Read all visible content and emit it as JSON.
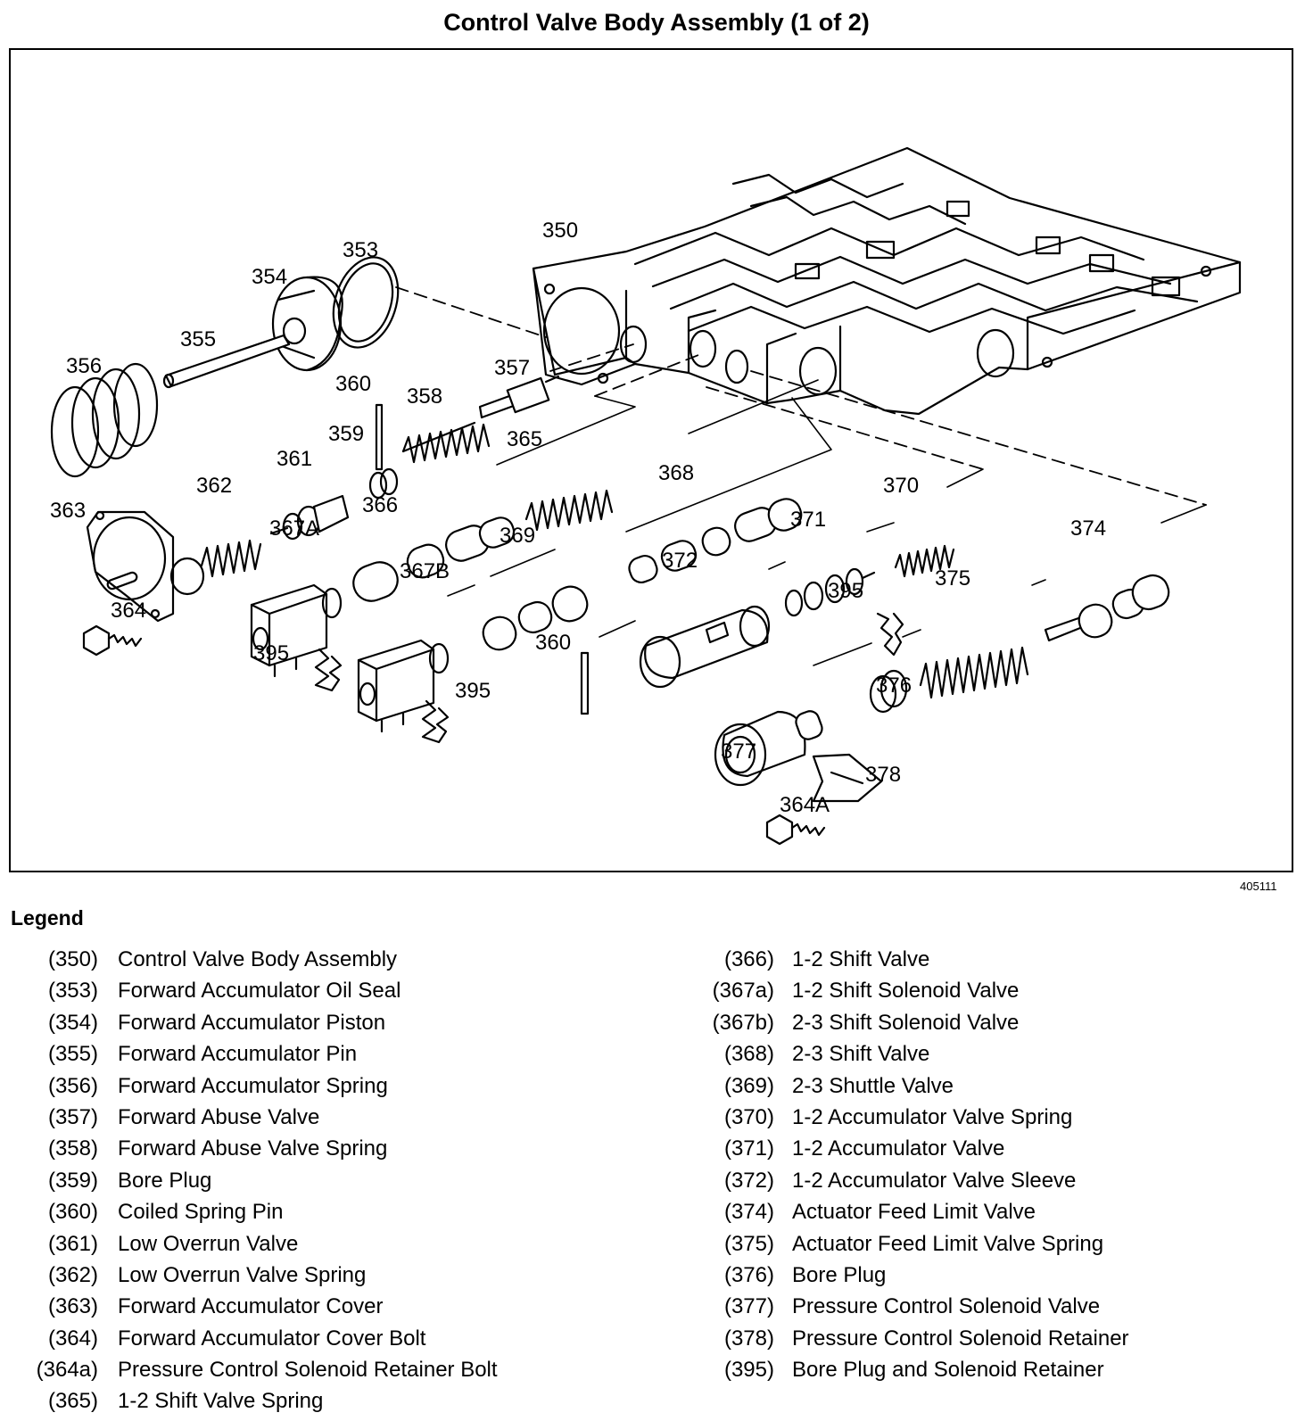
{
  "title": "Control Valve Body Assembly (1 of 2)",
  "figure_id": "405111",
  "callouts": {
    "c350": "350",
    "c353": "353",
    "c354": "354",
    "c355": "355",
    "c356": "356",
    "c357": "357",
    "c358": "358",
    "c359": "359",
    "c360a": "360",
    "c360b": "360",
    "c361": "361",
    "c362": "362",
    "c363": "363",
    "c364": "364",
    "c364a": "364A",
    "c365": "365",
    "c366": "366",
    "c367a": "367A",
    "c367b": "367B",
    "c368": "368",
    "c369": "369",
    "c370": "370",
    "c371": "371",
    "c372": "372",
    "c374": "374",
    "c375": "375",
    "c376": "376",
    "c377": "377",
    "c378": "378",
    "c395a": "395",
    "c395b": "395",
    "c395c": "395"
  },
  "legend": {
    "heading": "Legend",
    "left": [
      {
        "ref": "(350)",
        "desc": "Control Valve Body Assembly"
      },
      {
        "ref": "(353)",
        "desc": "Forward Accumulator Oil Seal"
      },
      {
        "ref": "(354)",
        "desc": "Forward Accumulator Piston"
      },
      {
        "ref": "(355)",
        "desc": "Forward Accumulator Pin"
      },
      {
        "ref": "(356)",
        "desc": "Forward Accumulator Spring"
      },
      {
        "ref": "(357)",
        "desc": "Forward Abuse Valve"
      },
      {
        "ref": "(358)",
        "desc": "Forward Abuse Valve Spring"
      },
      {
        "ref": "(359)",
        "desc": "Bore Plug"
      },
      {
        "ref": "(360)",
        "desc": "Coiled Spring Pin"
      },
      {
        "ref": "(361)",
        "desc": "Low Overrun Valve"
      },
      {
        "ref": "(362)",
        "desc": "Low Overrun Valve Spring"
      },
      {
        "ref": "(363)",
        "desc": "Forward Accumulator Cover"
      },
      {
        "ref": "(364)",
        "desc": "Forward Accumulator Cover Bolt"
      },
      {
        "ref": "(364a)",
        "desc": "Pressure Control Solenoid Retainer Bolt"
      },
      {
        "ref": "(365)",
        "desc": "1-2 Shift Valve Spring"
      }
    ],
    "right": [
      {
        "ref": "(366)",
        "desc": "1-2 Shift Valve"
      },
      {
        "ref": "(367a)",
        "desc": "1-2 Shift Solenoid Valve"
      },
      {
        "ref": "(367b)",
        "desc": "2-3 Shift Solenoid Valve"
      },
      {
        "ref": "(368)",
        "desc": "2-3 Shift Valve"
      },
      {
        "ref": "(369)",
        "desc": "2-3 Shuttle Valve"
      },
      {
        "ref": "(370)",
        "desc": "1-2 Accumulator Valve Spring"
      },
      {
        "ref": "(371)",
        "desc": "1-2 Accumulator Valve"
      },
      {
        "ref": "(372)",
        "desc": "1-2 Accumulator Valve Sleeve"
      },
      {
        "ref": "(374)",
        "desc": "Actuator Feed Limit Valve"
      },
      {
        "ref": "(375)",
        "desc": "Actuator Feed Limit Valve Spring"
      },
      {
        "ref": "(376)",
        "desc": "Bore Plug"
      },
      {
        "ref": "(377)",
        "desc": "Pressure Control Solenoid Valve"
      },
      {
        "ref": "(378)",
        "desc": "Pressure Control Solenoid Retainer"
      },
      {
        "ref": "(395)",
        "desc": "Bore Plug and Solenoid Retainer"
      }
    ]
  }
}
